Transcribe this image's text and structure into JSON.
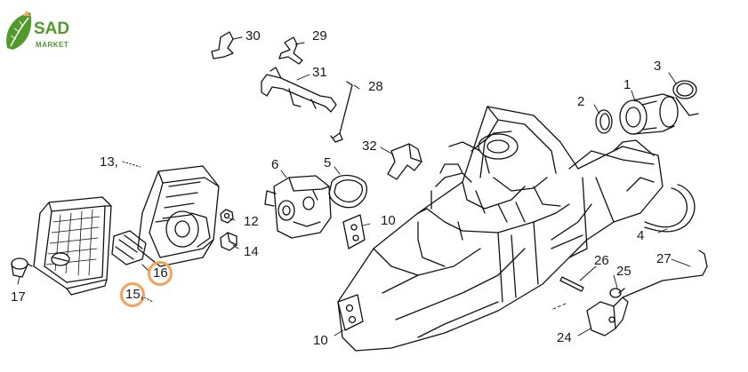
{
  "brand": {
    "line1": "SAD",
    "line2": "MARKET",
    "color": "#4f9a2a"
  },
  "highlight_color": "#f5a15a",
  "callouts": {
    "c1": "1",
    "c2": "2",
    "c3": "3",
    "c4": "4",
    "c5": "5",
    "c6": "6",
    "c10a": "10",
    "c10b": "10",
    "c12": "12",
    "c13": "13,",
    "c14": "14",
    "c15": "15,",
    "c16": "16",
    "c17": "17",
    "c24": "24",
    "c25": "25",
    "c26": "26",
    "c27": "27",
    "c28": "28",
    "c29": "29",
    "c30": "30",
    "c31": "31",
    "c32": "32"
  }
}
